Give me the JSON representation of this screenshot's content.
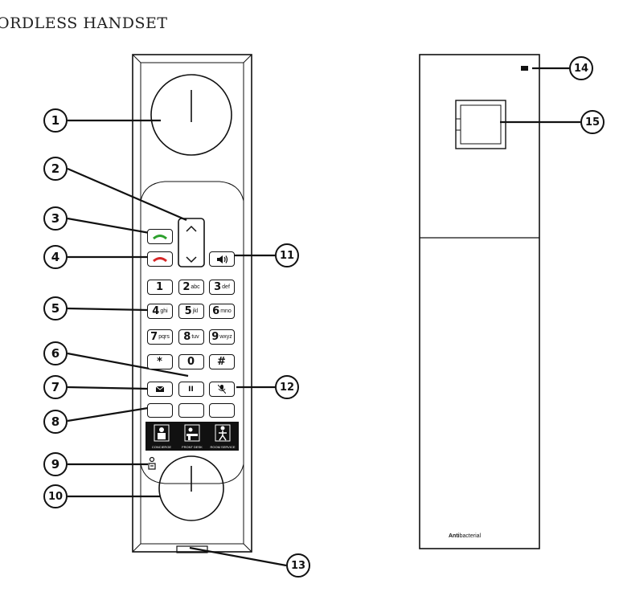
{
  "title": "ORDLESS HANDSET",
  "keypad": [
    {
      "big": "1",
      "small": ""
    },
    {
      "big": "2",
      "small": "abc"
    },
    {
      "big": "3",
      "small": "def"
    },
    {
      "big": "4",
      "small": "ghi"
    },
    {
      "big": "5",
      "small": "jkl"
    },
    {
      "big": "6",
      "small": "mno"
    },
    {
      "big": "7",
      "small": "pqrs"
    },
    {
      "big": "8",
      "small": "tuv"
    },
    {
      "big": "9",
      "small": "wxyz"
    },
    {
      "big": "*",
      "small": ""
    },
    {
      "big": "0",
      "small": ""
    },
    {
      "big": "#",
      "small": ""
    }
  ],
  "pause_label": "II",
  "services": [
    {
      "label": "CONCIERGE",
      "icon": "concierge-icon"
    },
    {
      "label": "FRONT DESK",
      "icon": "front-desk-icon"
    },
    {
      "label": "ROOM SERVICE",
      "icon": "room-service-icon"
    }
  ],
  "brand": {
    "bold": "Anti",
    "regular": "bacterial"
  },
  "callouts": [
    "1",
    "2",
    "3",
    "4",
    "5",
    "6",
    "7",
    "8",
    "9",
    "10",
    "11",
    "12",
    "13",
    "14",
    "15"
  ],
  "colors": {
    "talk": "#2ca02c",
    "end": "#d62728",
    "outline": "#111111"
  },
  "icons": [
    "up-arrow-icon",
    "down-arrow-icon",
    "speaker-icon",
    "message-icon",
    "mute-icon",
    "lock-icon"
  ]
}
